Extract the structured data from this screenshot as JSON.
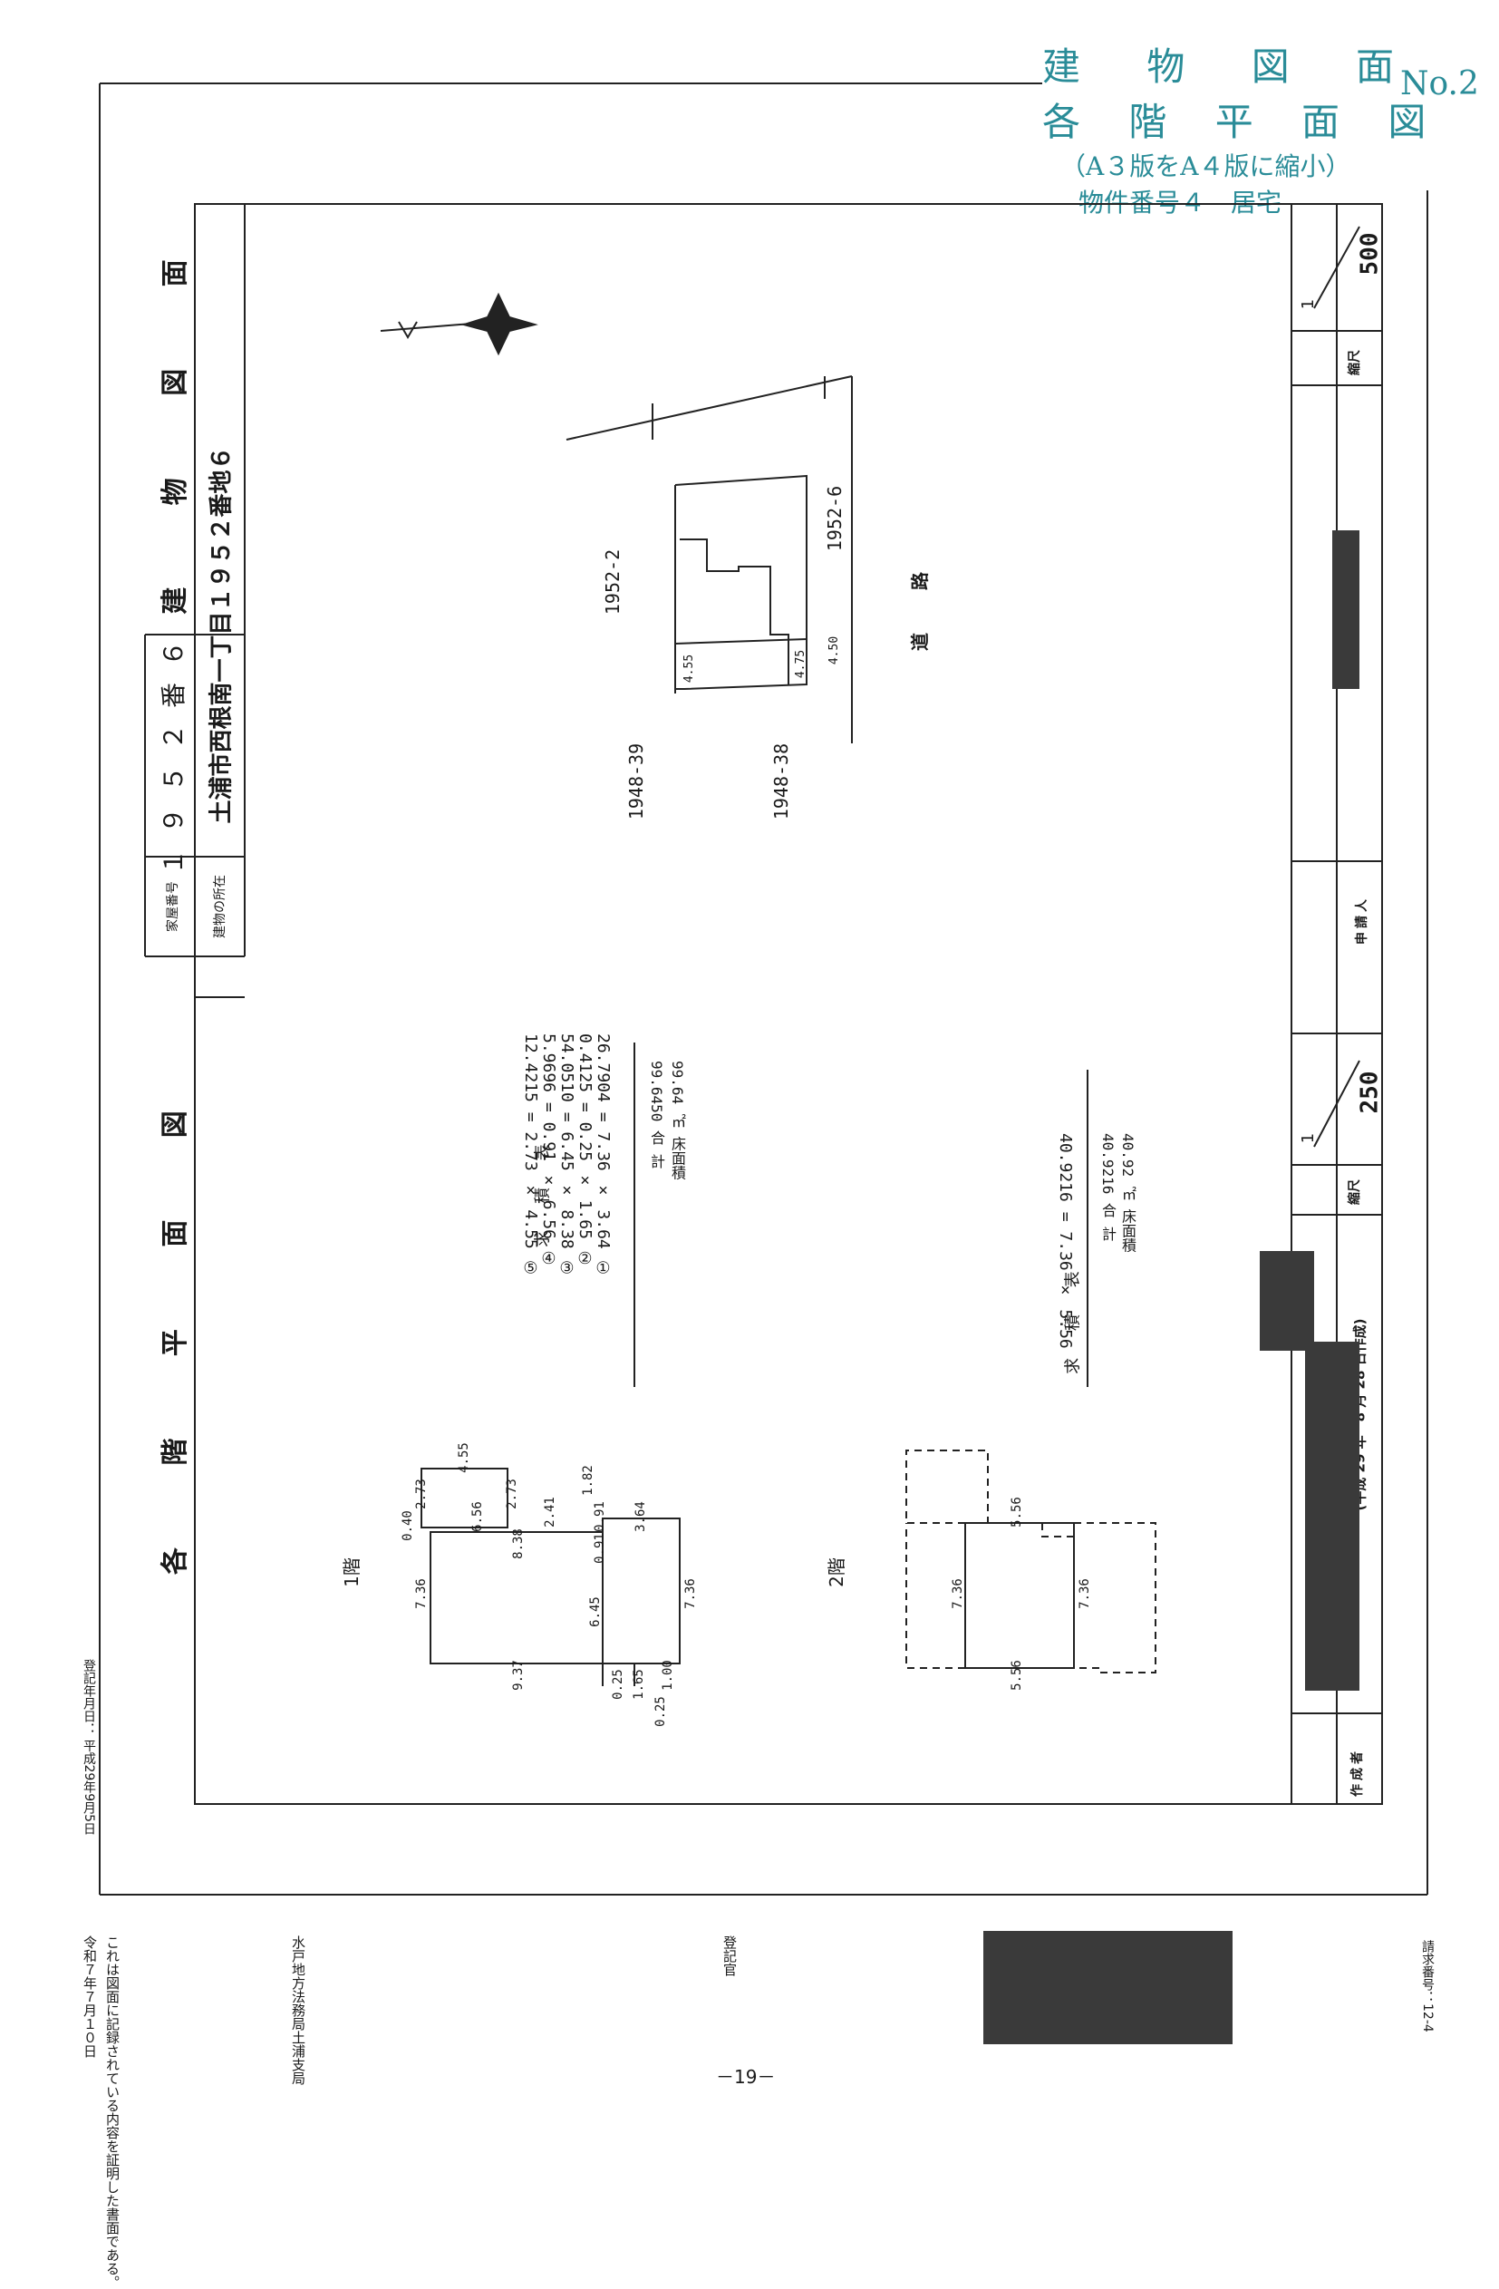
{
  "stamp": {
    "title_line1": "建 物 図 面",
    "title_line2": "各 階 平 面 図",
    "number": "No.2",
    "note": "（A３版をA４版に縮小）",
    "property": "物件番号４　居宅"
  },
  "header": {
    "house_no_label": "家屋番号",
    "house_no": "１９５２番６",
    "location_label": "建物の所在",
    "location": "土浦市西根南一丁目１９５２番地６",
    "drawing_title": "建 物 図 面",
    "floorplan_title": "各 階 平 面 図"
  },
  "site": {
    "lots": [
      "1952-2",
      "1952-6",
      "1948-39",
      "1948-38"
    ],
    "road": "道 路",
    "dims": [
      "4.55",
      "4.75",
      "4.50"
    ]
  },
  "area_table_1f": {
    "title": "求 積 表",
    "rows": [
      {
        "no": "①",
        "expr": "7.36 × 3.64",
        "eq": "=",
        "val": "26.7904"
      },
      {
        "no": "②",
        "expr": "0.25 × 1.65",
        "eq": "=",
        "val": "0.4125"
      },
      {
        "no": "③",
        "expr": "6.45 × 8.38",
        "eq": "=",
        "val": "54.0510"
      },
      {
        "no": "④",
        "expr": "0.91 × 6.56",
        "eq": "=",
        "val": "5.9696"
      },
      {
        "no": "⑤",
        "expr": "2.73 × 4.55",
        "eq": "=",
        "val": "12.4215"
      }
    ],
    "total_label": "合 計",
    "total": "99.6450",
    "floor_label": "床面積",
    "floor": "99.64 ㎡"
  },
  "area_table_2f": {
    "title": "求 積 表",
    "expr": "7.36 × 5.56",
    "eq": "=",
    "val": "40.9216",
    "total_label": "合 計",
    "total": "40.9216",
    "floor_label": "床面積",
    "floor": "40.92 ㎡"
  },
  "plan_1f": {
    "label": "1階",
    "dims": [
      "7.36",
      "7.36",
      "9.37",
      "6.45",
      "8.38",
      "6.56",
      "3.64",
      "2.73",
      "2.73",
      "4.55",
      "0.40",
      "2.41",
      "1.82",
      "0.91",
      "0.91",
      "1.00",
      "1.65",
      "0.25",
      "0.25"
    ]
  },
  "plan_2f": {
    "label": "2階",
    "dims": [
      "7.36",
      "7.36",
      "5.56",
      "5.56"
    ]
  },
  "scale_top": {
    "label": "縮尺",
    "num": "1",
    "den": "500"
  },
  "scale_bottom": {
    "label": "縮尺",
    "num": "1",
    "den": "250"
  },
  "applicant_label": "申請人",
  "author_label": "作成者",
  "date": "(平成 29 年　8 月 28 日作成)",
  "reg_date": "登記年月日： 平成29年9月5日",
  "certification": {
    "col1": "これは図面に記録されている内容を証明した書面である。",
    "col2": "令和７年７月１０日",
    "col3": "水戸地方法務局土浦支局",
    "registrar": "登記官"
  },
  "request_no": "請求番号：12-4",
  "page_no": "－19－"
}
